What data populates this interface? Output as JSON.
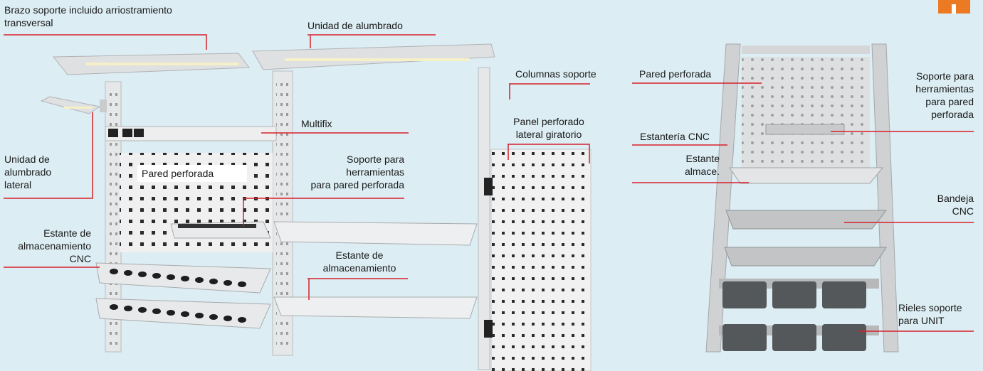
{
  "colors": {
    "background": "#dcedf3",
    "leader": "#d8202a",
    "accent_chip": "#ec7a23",
    "frame": "#e6e7e8",
    "bin": "#55585b"
  },
  "labels": {
    "brazo": "Brazo soporte incluido arriostramiento\ntransversal",
    "unidad_alumbrado": "Unidad de alumbrado",
    "columnas": "Columnas soporte",
    "multifix": "Multifix",
    "panel_lateral": "Panel perforado\nlateral giratorio",
    "unidad_lateral": "Unidad de\nalumbrado\nlateral",
    "pared_perforada_left": "Pared perforada",
    "soporte_left": "Soporte para\nherramientas\npara pared perforada",
    "estante_cnc_left": "Estante de\nalmacenamiento\nCNC",
    "estante_alm": "Estante de\nalmacenamiento",
    "pared_perforada_right": "Pared perforada",
    "soporte_right": "Soporte para\nherramientas\npara pared\nperforada",
    "estanteria_cnc": "Estantería CNC",
    "estante_almace": "Estante\nalmace.",
    "bandeja": "Bandeja\nCNC",
    "rieles": "Rieles soporte\npara UNIT"
  }
}
